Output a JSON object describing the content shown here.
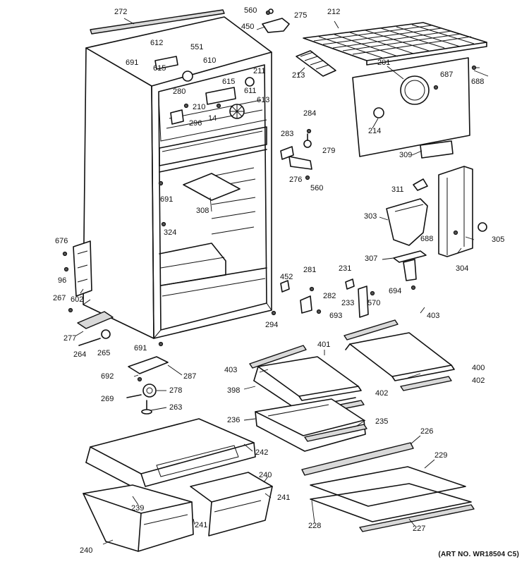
{
  "art_number": "(ART NO. WR18504 C5)",
  "callouts": [
    {
      "name": "272",
      "text": "272"
    },
    {
      "name": "560-top",
      "text": "560"
    },
    {
      "name": "275",
      "text": "275"
    },
    {
      "name": "212",
      "text": "212"
    },
    {
      "name": "450",
      "text": "450"
    },
    {
      "name": "612",
      "text": "612"
    },
    {
      "name": "551",
      "text": "551"
    },
    {
      "name": "691-top",
      "text": "691"
    },
    {
      "name": "615-a",
      "text": "615"
    },
    {
      "name": "610",
      "text": "610"
    },
    {
      "name": "201",
      "text": "201"
    },
    {
      "name": "687",
      "text": "687"
    },
    {
      "name": "688-top",
      "text": "688"
    },
    {
      "name": "213",
      "text": "213"
    },
    {
      "name": "211",
      "text": "211"
    },
    {
      "name": "615-b",
      "text": "615"
    },
    {
      "name": "280",
      "text": "280"
    },
    {
      "name": "611",
      "text": "611"
    },
    {
      "name": "613",
      "text": "613"
    },
    {
      "name": "210",
      "text": "210"
    },
    {
      "name": "14",
      "text": "14"
    },
    {
      "name": "296",
      "text": "296"
    },
    {
      "name": "284",
      "text": "284"
    },
    {
      "name": "214",
      "text": "214"
    },
    {
      "name": "283",
      "text": "283"
    },
    {
      "name": "279",
      "text": "279"
    },
    {
      "name": "309",
      "text": "309"
    },
    {
      "name": "276",
      "text": "276"
    },
    {
      "name": "560-mid",
      "text": "560"
    },
    {
      "name": "691-mid",
      "text": "691"
    },
    {
      "name": "311",
      "text": "311"
    },
    {
      "name": "308",
      "text": "308"
    },
    {
      "name": "303",
      "text": "303"
    },
    {
      "name": "324",
      "text": "324"
    },
    {
      "name": "688-mid",
      "text": "688"
    },
    {
      "name": "305",
      "text": "305"
    },
    {
      "name": "676",
      "text": "676"
    },
    {
      "name": "307",
      "text": "307"
    },
    {
      "name": "304",
      "text": "304"
    },
    {
      "name": "281",
      "text": "281"
    },
    {
      "name": "231",
      "text": "231"
    },
    {
      "name": "452",
      "text": "452"
    },
    {
      "name": "96",
      "text": "96"
    },
    {
      "name": "282",
      "text": "282"
    },
    {
      "name": "233",
      "text": "233"
    },
    {
      "name": "570",
      "text": "570"
    },
    {
      "name": "694",
      "text": "694"
    },
    {
      "name": "267",
      "text": "267"
    },
    {
      "name": "602",
      "text": "602"
    },
    {
      "name": "693",
      "text": "693"
    },
    {
      "name": "403-right",
      "text": "403"
    },
    {
      "name": "294",
      "text": "294"
    },
    {
      "name": "277",
      "text": "277"
    },
    {
      "name": "401",
      "text": "401"
    },
    {
      "name": "691-bottom",
      "text": "691"
    },
    {
      "name": "264",
      "text": "264"
    },
    {
      "name": "265",
      "text": "265"
    },
    {
      "name": "403-left",
      "text": "403"
    },
    {
      "name": "400",
      "text": "400"
    },
    {
      "name": "692",
      "text": "692"
    },
    {
      "name": "287",
      "text": "287"
    },
    {
      "name": "402-right",
      "text": "402"
    },
    {
      "name": "398",
      "text": "398"
    },
    {
      "name": "278",
      "text": "278"
    },
    {
      "name": "402-mid",
      "text": "402"
    },
    {
      "name": "269",
      "text": "269"
    },
    {
      "name": "263",
      "text": "263"
    },
    {
      "name": "236",
      "text": "236"
    },
    {
      "name": "235",
      "text": "235"
    },
    {
      "name": "226",
      "text": "226"
    },
    {
      "name": "242",
      "text": "242"
    },
    {
      "name": "229",
      "text": "229"
    },
    {
      "name": "240-right",
      "text": "240"
    },
    {
      "name": "239",
      "text": "239"
    },
    {
      "name": "241-right",
      "text": "241"
    },
    {
      "name": "241-left",
      "text": "241"
    },
    {
      "name": "228",
      "text": "228"
    },
    {
      "name": "227",
      "text": "227"
    },
    {
      "name": "240-left",
      "text": "240"
    }
  ]
}
